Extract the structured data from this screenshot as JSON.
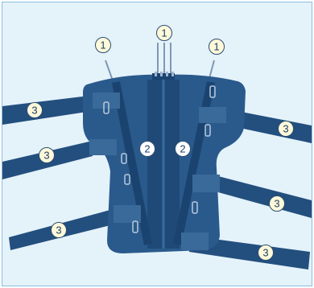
{
  "diagram": {
    "colors": {
      "background": "#e4f2fa",
      "border": "#8bbfdd",
      "brace_body": "#2a5a8c",
      "brace_dark": "#1b4370",
      "strap": "#234f7e",
      "callout_white": "#ffffff",
      "callout_yellow": "#fff9da",
      "callout_text": "#1d3f66"
    },
    "callouts": [
      {
        "id": "stay-left",
        "label": "1"
      },
      {
        "id": "stay-center",
        "label": "1"
      },
      {
        "id": "stay-right",
        "label": "1"
      },
      {
        "id": "spine-left",
        "label": "2"
      },
      {
        "id": "spine-right",
        "label": "2"
      },
      {
        "id": "strap-left-top",
        "label": "3"
      },
      {
        "id": "strap-left-middle",
        "label": "3"
      },
      {
        "id": "strap-left-bottom",
        "label": "3"
      },
      {
        "id": "strap-right-top",
        "label": "3"
      },
      {
        "id": "strap-right-middle",
        "label": "3"
      },
      {
        "id": "strap-right-bottom",
        "label": "3"
      }
    ]
  }
}
